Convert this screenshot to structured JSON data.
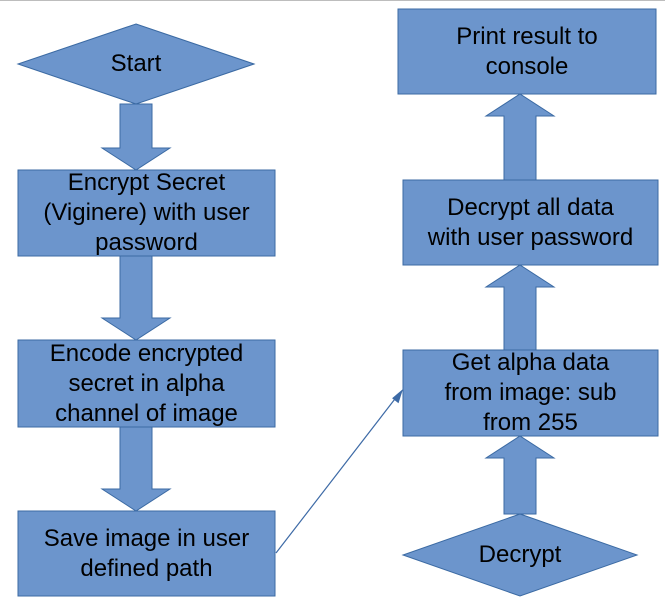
{
  "diagram": {
    "nodes": {
      "start": "Start",
      "encrypt_secret": "Encrypt Secret\n(Viginere) with user\npassword",
      "encode_secret": "Encode encrypted\nsecret in alpha\nchannel of image",
      "save_image": "Save image in user\ndefined path",
      "decrypt": "Decrypt",
      "get_alpha": "Get alpha data\nfrom image: sub\nfrom 255",
      "decrypt_all": "Decrypt all data\nwith user password",
      "print_result": "Print result to\nconsole"
    },
    "colors": {
      "fill": "#6c95cc",
      "stroke": "#3b6aa3",
      "connector": "#3d6aa6"
    }
  }
}
